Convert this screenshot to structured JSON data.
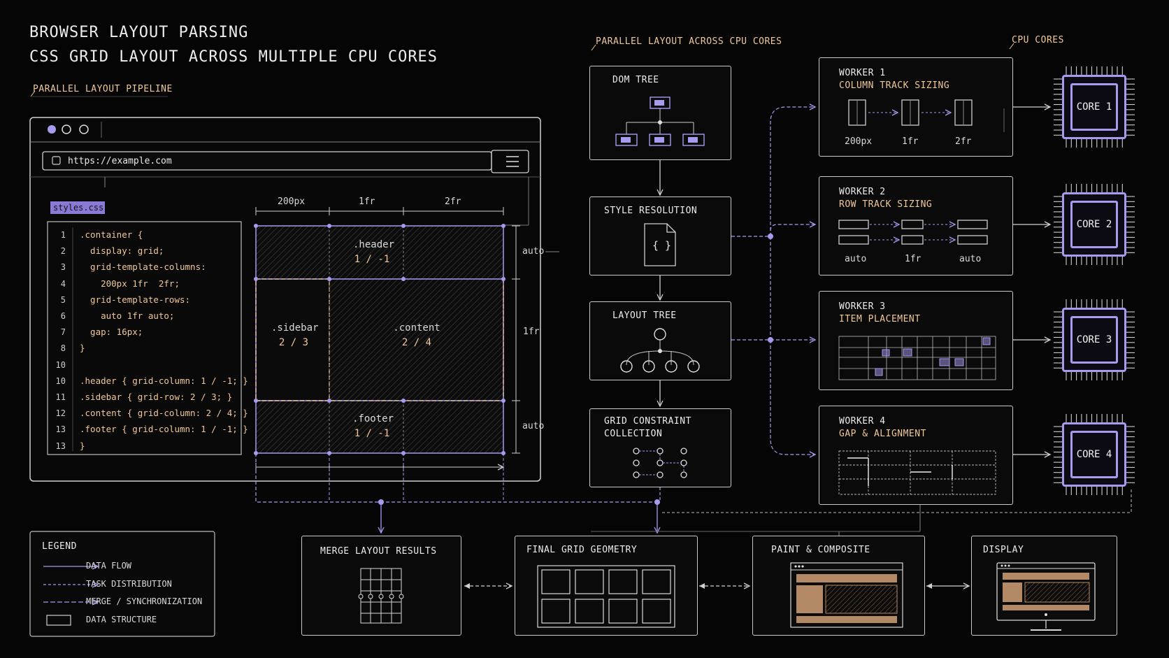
{
  "title_line1": "BROWSER LAYOUT PARSING",
  "title_line2": "CSS GRID LAYOUT ACROSS MULTIPLE CPU CORES",
  "section_pipeline": "PARALLEL LAYOUT PIPELINE",
  "section_parallel": "PARALLEL LAYOUT ACROSS CPU CORES",
  "section_cores": "CPU CORES",
  "browser": {
    "url": "https://example.com",
    "file_tab": "styles.css"
  },
  "code_lines": [
    {
      "n": "1",
      "text": ".container {"
    },
    {
      "n": "2",
      "text": "  display: grid;"
    },
    {
      "n": "3",
      "text": "  grid-template-columns:"
    },
    {
      "n": "4",
      "text": "    200px 1fr  2fr;"
    },
    {
      "n": "5",
      "text": "  grid-template-rows:"
    },
    {
      "n": "6",
      "text": "    auto 1fr auto;"
    },
    {
      "n": "7",
      "text": "  gap: 16px;"
    },
    {
      "n": "8",
      "text": "}"
    },
    {
      "n": "10",
      "text": ""
    },
    {
      "n": "10",
      "text": ".header { grid-column: 1 / -1; }"
    },
    {
      "n": "11",
      "text": ".sidebar { grid-row: 2 / 3; }"
    },
    {
      "n": "12",
      "text": ".content { grid-column: 2 / 4; }"
    },
    {
      "n": "13",
      "text": ".footer { grid-column: 1 / -1; }"
    },
    {
      "n": "13",
      "text": "}"
    }
  ],
  "grid": {
    "col_labels": [
      "200px",
      "1fr",
      "2fr"
    ],
    "row_labels": [
      "auto",
      "1fr",
      "auto"
    ],
    "areas": [
      {
        "name": ".header",
        "value": "1 / -1"
      },
      {
        "name": ".sidebar",
        "value": "2 / 3"
      },
      {
        "name": ".content",
        "value": "2 / 4"
      },
      {
        "name": ".footer",
        "value": "1 / -1"
      }
    ]
  },
  "pipeline": {
    "dom_tree": "DOM TREE",
    "style_resolution": "STYLE RESOLUTION",
    "style_glyph": "{ }",
    "layout_tree": "LAYOUT TREE",
    "constraint_line1": "GRID CONSTRAINT",
    "constraint_line2": "COLLECTION"
  },
  "workers": [
    {
      "title": "WORKER 1",
      "task": "COLUMN TRACK SIZING",
      "labels": [
        "200px",
        "1fr",
        "2fr"
      ]
    },
    {
      "title": "WORKER 2",
      "task": "ROW TRACK SIZING",
      "labels": [
        "auto",
        "1fr",
        "auto"
      ]
    },
    {
      "title": "WORKER 3",
      "task": "ITEM PLACEMENT",
      "labels": []
    },
    {
      "title": "WORKER 4",
      "task": "GAP & ALIGNMENT",
      "labels": []
    }
  ],
  "cores": [
    "CORE 1",
    "CORE 2",
    "CORE 3",
    "CORE 4"
  ],
  "bottom": {
    "merge": "MERGE LAYOUT RESULTS",
    "final": "FINAL GRID GEOMETRY",
    "paint": "PAINT & COMPOSITE",
    "display": "DISPLAY"
  },
  "legend": {
    "title": "LEGEND",
    "items": [
      "DATA FLOW",
      "TASK DISTRIBUTION",
      "MERGE / SYNCHRONIZATION",
      "DATA STRUCTURE"
    ]
  },
  "colors": {
    "accent": "#a79bf0",
    "peach": "#f0c89a",
    "line": "#c9c9c9"
  }
}
